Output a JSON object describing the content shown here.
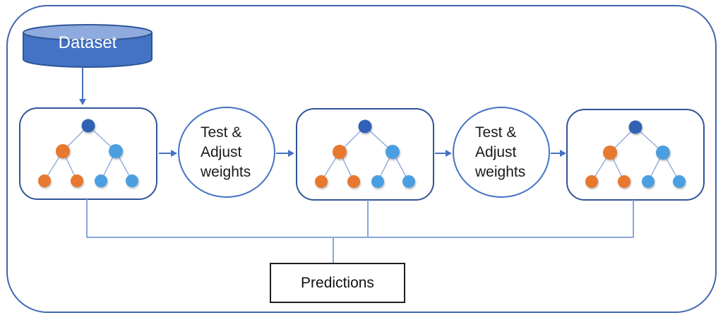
{
  "diagram": {
    "dataset": {
      "label": "Dataset"
    },
    "process_steps": [
      {
        "label": "Test &\nAdjust\nweights"
      },
      {
        "label": "Test &\nAdjust\nweights"
      }
    ],
    "predictions": {
      "label": "Predictions"
    }
  },
  "colors": {
    "outer_border": "#3F66B0",
    "box_border": "#2F5597",
    "circle_border": "#4472C4",
    "arrow": "#4472C4",
    "connector": "#8AA5DA",
    "cylinder_body": "#4472C4",
    "cylinder_top": "#8FAADC",
    "cylinder_border": "#2F5597",
    "node_root": "#2F62B5",
    "node_orange": "#E8782F",
    "node_blue": "#4B9FE1",
    "tree_edge": "#8FAADC"
  }
}
